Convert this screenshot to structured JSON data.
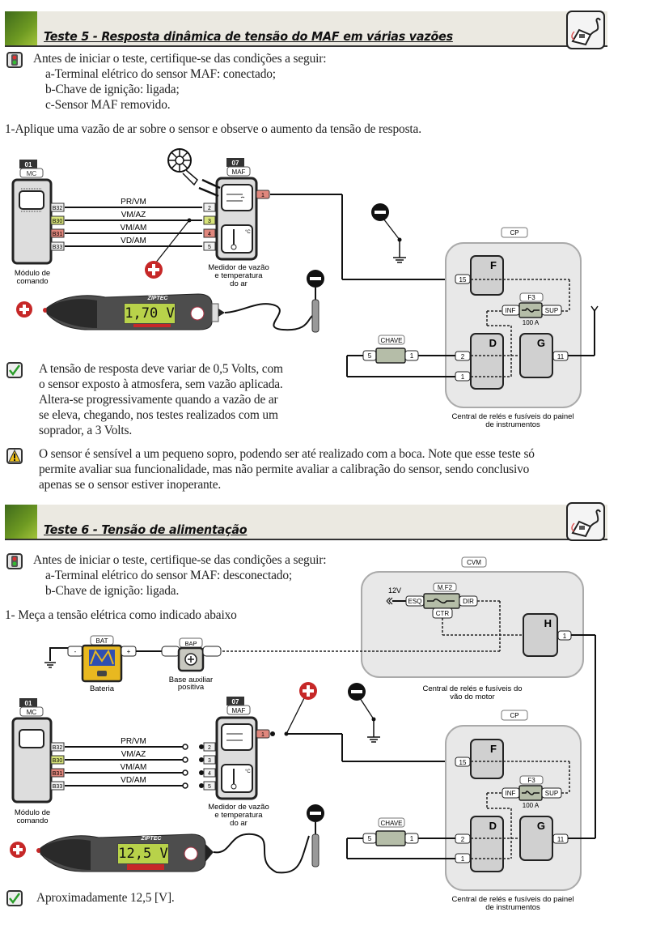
{
  "test5": {
    "title": "Teste 5 - Resposta dinâmica de tensão do MAF em várias vazões",
    "preconditions_intro": "Antes de iniciar o teste, certifique-se das condições a seguir:",
    "preconditions": [
      "a-Terminal elétrico do sensor MAF: conectado;",
      "b-Chave de ignição: ligada;",
      "c-Sensor MAF removido."
    ],
    "step": "1-Aplique uma vazão de ar sobre o sensor e observe o aumento da tensão de resposta.",
    "result_lines": [
      "A tensão de resposta deve variar de 0,5 Volts, com",
      "o sensor exposto à atmosfera, sem vazão aplicada.",
      "Altera-se progressivamente quando a vazão de ar",
      "se eleva, chegando, nos testes realizados com um",
      "soprador, a 3 Volts."
    ],
    "warning_lines": [
      "O sensor é sensível a um pequeno sopro, podendo ser até realizado com a boca. Note que esse teste só",
      "permite avaliar sua funcionalidade, mas não permite avaliar a calibração do sensor, sendo conclusivo",
      "apenas se o sensor estiver inoperante."
    ],
    "meter_reading": "1,70 V"
  },
  "test6": {
    "title": "Teste 6 - Tensão de alimentação",
    "preconditions_intro": "Antes de iniciar o teste, certifique-se das condições a seguir:",
    "preconditions": [
      "a-Terminal elétrico do sensor MAF: desconectado;",
      "b-Chave de ignição: ligada."
    ],
    "step": "1- Meça a tensão elétrica como indicado abaixo",
    "result": "Aproximadamente 12,5 [V].",
    "meter_reading": "12,5 V"
  },
  "diagram": {
    "mc_number": "01",
    "mc_tag": "MC",
    "mc_caption_1": "Módulo de",
    "mc_caption_2": "comando",
    "maf_number": "07",
    "maf_tag": "MAF",
    "maf_caption_1": "Medidor de vazão",
    "maf_caption_2": "e  temperatura",
    "maf_caption_3": "do ar",
    "mc_pins": [
      "B32",
      "B30",
      "B31",
      "B33"
    ],
    "maf_pins": [
      "2",
      "3",
      "4",
      "5"
    ],
    "maf_pin_out": "1",
    "wires": [
      "PR/VM",
      "VM/AZ",
      "VM/AM",
      "VD/AM"
    ],
    "cp_tag": "CP",
    "cp_caption_1": "Central de relés e fusíveis do painel",
    "cp_caption_2": "de instrumentos",
    "relay_f": "F",
    "relay_d": "D",
    "relay_g": "G",
    "relay_h": "H",
    "pin_15": "15",
    "pin_11": "11",
    "pin_2": "2",
    "pin_1": "1",
    "fuse_f3": "F3",
    "fuse_inf": "INF",
    "fuse_sup": "SUP",
    "fuse_rating": "100 A",
    "chave_tag": "CHAVE",
    "chave_pin_a": "5",
    "chave_pin_b": "1",
    "cvm_tag": "CVM",
    "cvm_caption_1": "Central de relés e fusíveis do",
    "cvm_caption_2": "vão do motor",
    "mf2_tag": "M.F2",
    "mf2_esq": "ESQ",
    "mf2_dir": "DIR",
    "mf2_ctr": "CTR",
    "supply_label": "12V",
    "bat_tag": "BAT",
    "bat_caption": "Bateria",
    "bap_tag": "BAP",
    "bap_caption_1": "Base auxiliar",
    "bap_caption_2": "positiva",
    "meter_brand": "ZIPTEC",
    "colors": {
      "pin_b30": "#d8e47a",
      "pin_b31": "#e0877d",
      "probe_positive": "#c62828",
      "probe_negative": "#111111",
      "lcd": "#b8d24a",
      "header_green": "#5b8a1f"
    }
  }
}
